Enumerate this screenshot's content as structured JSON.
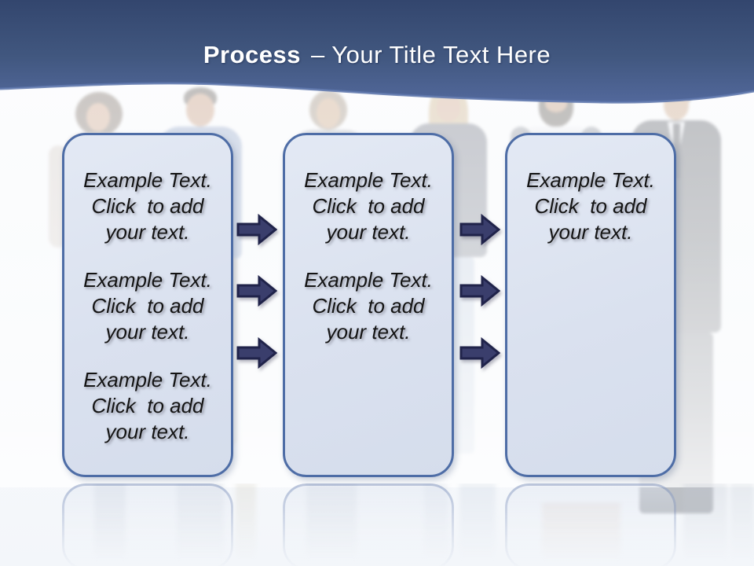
{
  "title": {
    "bold": "Process",
    "rest": "– Your Title Text Here"
  },
  "colors": {
    "header_top": "#33466e",
    "header_bottom": "#52689b",
    "curve_highlight": "#5e77ad",
    "box_fill": "#dce3f0",
    "box_border": "#4e6da6",
    "arrow_fill": "#3a3e6c",
    "arrow_outline": "#20234a",
    "placeholder_text_color": "#141414"
  },
  "boxes": [
    {
      "name": "step-1",
      "text_blocks": [
        "Example Text.\nClick  to add\nyour text.",
        "Example Text.\nClick  to add\nyour text.",
        "Example Text.\nClick  to add\nyour text."
      ]
    },
    {
      "name": "step-2",
      "text_blocks": [
        "Example Text.\nClick  to add\nyour text.",
        "Example Text.\nClick  to add\nyour text."
      ]
    },
    {
      "name": "step-3",
      "text_blocks": [
        "Example Text.\nClick  to add\nyour text."
      ]
    }
  ]
}
